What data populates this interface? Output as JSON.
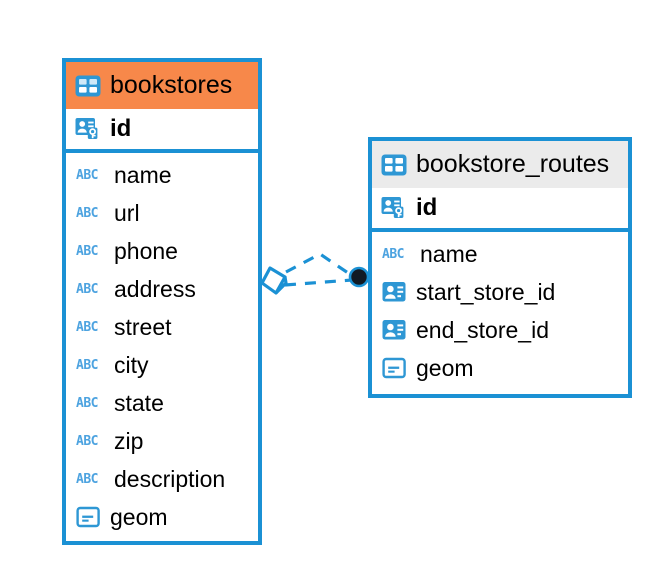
{
  "diagram": {
    "type": "entity-relationship-diagram",
    "colors": {
      "border": "#1b91d4",
      "header_highlight": "#f7884a",
      "header_default": "#ebebeb",
      "icon_blue": "#2e97d4",
      "abc_blue": "#4da3e0",
      "connector": "#1b91d4",
      "connector_endpoint": "#111a24",
      "background": "#ffffff"
    },
    "entities": [
      {
        "name": "bookstores",
        "header_style": "accent-orange",
        "primary_key": {
          "label": "id",
          "icon": "primary-key-icon"
        },
        "fields": [
          {
            "label": "name",
            "icon": "abc-text-icon",
            "icon_text": "ABC"
          },
          {
            "label": "url",
            "icon": "abc-text-icon",
            "icon_text": "ABC"
          },
          {
            "label": "phone",
            "icon": "abc-text-icon",
            "icon_text": "ABC"
          },
          {
            "label": "address",
            "icon": "abc-text-icon",
            "icon_text": "ABC"
          },
          {
            "label": "street",
            "icon": "abc-text-icon",
            "icon_text": "ABC"
          },
          {
            "label": "city",
            "icon": "abc-text-icon",
            "icon_text": "ABC"
          },
          {
            "label": "state",
            "icon": "abc-text-icon",
            "icon_text": "ABC"
          },
          {
            "label": "zip",
            "icon": "abc-text-icon",
            "icon_text": "ABC"
          },
          {
            "label": "description",
            "icon": "abc-text-icon",
            "icon_text": "ABC"
          },
          {
            "label": "geom",
            "icon": "geometry-icon",
            "icon_text": ""
          }
        ]
      },
      {
        "name": "bookstore_routes",
        "header_style": "accent-gray",
        "primary_key": {
          "label": "id",
          "icon": "primary-key-icon"
        },
        "fields": [
          {
            "label": "name",
            "icon": "abc-text-icon",
            "icon_text": "ABC"
          },
          {
            "label": "start_store_id",
            "icon": "foreign-key-icon",
            "icon_text": ""
          },
          {
            "label": "end_store_id",
            "icon": "foreign-key-icon",
            "icon_text": ""
          },
          {
            "label": "geom",
            "icon": "geometry-icon",
            "icon_text": ""
          }
        ]
      }
    ],
    "relationship": {
      "style": "dashed",
      "source_marker": "diamond-outline",
      "target_marker": "filled-circle"
    }
  }
}
